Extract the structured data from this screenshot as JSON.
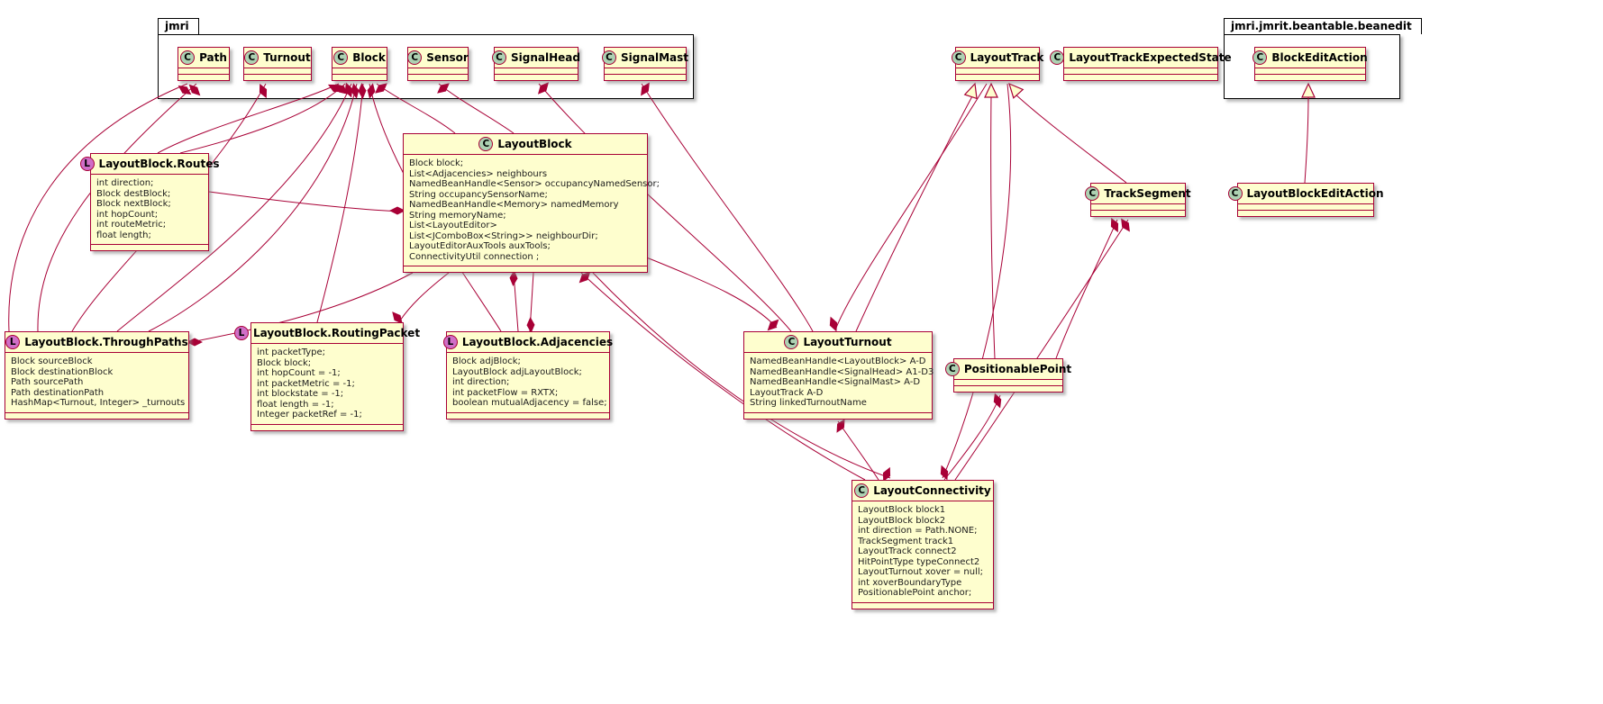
{
  "diagram": {
    "type": "uml-class-diagram",
    "tool_style": "plantuml"
  },
  "colors": {
    "class_background": "#FEFECE",
    "class_border": "#A80036",
    "edge": "#A80036",
    "class_spot": "#ADD1B2",
    "inner_class_spot": "#D06EC7",
    "package_border": "#000000"
  },
  "packages": {
    "jmri": {
      "label": "jmri"
    },
    "beanedit": {
      "label": "jmri.jmrit.beantable.beanedit"
    }
  },
  "classes": {
    "path": {
      "spot": "C",
      "name": "Path",
      "fields": []
    },
    "turnout": {
      "spot": "C",
      "name": "Turnout",
      "fields": []
    },
    "block": {
      "spot": "C",
      "name": "Block",
      "fields": []
    },
    "sensor": {
      "spot": "C",
      "name": "Sensor",
      "fields": []
    },
    "signalhead": {
      "spot": "C",
      "name": "SignalHead",
      "fields": []
    },
    "signalmast": {
      "spot": "C",
      "name": "SignalMast",
      "fields": []
    },
    "layouttrack": {
      "spot": "C",
      "name": "LayoutTrack",
      "fields": []
    },
    "layouttrackexpectedstate": {
      "spot": "C",
      "name": "LayoutTrackExpectedState",
      "fields": []
    },
    "blockeditaction": {
      "spot": "C",
      "name": "BlockEditAction",
      "fields": []
    },
    "layoutblockeditaction": {
      "spot": "C",
      "name": "LayoutBlockEditAction",
      "fields": []
    },
    "tracksegment": {
      "spot": "C",
      "name": "TrackSegment",
      "fields": []
    },
    "positionablepoint": {
      "spot": "C",
      "name": "PositionablePoint",
      "fields": []
    },
    "layoutblock": {
      "spot": "C",
      "name": "LayoutBlock",
      "fields": [
        "Block block;",
        "List<Adjacencies> neighbours",
        "NamedBeanHandle<Sensor> occupancyNamedSensor;",
        "String occupancySensorName;",
        "NamedBeanHandle<Memory> namedMemory",
        "String memoryName;",
        "List<LayoutEditor>",
        "List<JComboBox<String>> neighbourDir;",
        "LayoutEditorAuxTools auxTools;",
        "ConnectivityUtil connection ;"
      ]
    },
    "routes": {
      "spot": "L",
      "name": "LayoutBlock.Routes",
      "fields": [
        "int direction;",
        "Block destBlock;",
        "Block nextBlock;",
        "int hopCount;",
        "int routeMetric;",
        "float length;"
      ]
    },
    "throughpaths": {
      "spot": "L",
      "name": "LayoutBlock.ThroughPaths",
      "fields": [
        "Block sourceBlock",
        "Block destinationBlock",
        "Path sourcePath",
        "Path destinationPath",
        "HashMap<Turnout, Integer> _turnouts"
      ]
    },
    "routingpacket": {
      "spot": "L",
      "name": "LayoutBlock.RoutingPacket",
      "fields": [
        "int packetType;",
        "Block block;",
        "int hopCount = -1;",
        "int packetMetric = -1;",
        "int blockstate = -1;",
        "float length = -1;",
        "Integer packetRef = -1;"
      ]
    },
    "adjacencies": {
      "spot": "L",
      "name": "LayoutBlock.Adjacencies",
      "fields": [
        "Block adjBlock;",
        "LayoutBlock adjLayoutBlock;",
        "int direction;",
        "int packetFlow = RXTX;",
        "boolean mutualAdjacency = false;"
      ]
    },
    "layoutturnout": {
      "spot": "C",
      "name": "LayoutTurnout",
      "fields": [
        "NamedBeanHandle<LayoutBlock> A-D",
        "NamedBeanHandle<SignalHead> A1-D3",
        "NamedBeanHandle<SignalMast> A-D",
        "LayoutTrack A-D",
        "String linkedTurnoutName"
      ]
    },
    "layoutconnectivity": {
      "spot": "C",
      "name": "LayoutConnectivity",
      "fields": [
        "LayoutBlock block1",
        "LayoutBlock block2",
        "int direction = Path.NONE;",
        "TrackSegment track1",
        "LayoutTrack connect2",
        "HitPointType typeConnect2",
        "LayoutTurnout xover = null;",
        "int xoverBoundaryType",
        "PositionablePoint anchor;"
      ]
    }
  },
  "relationships": [
    {
      "from": "Path",
      "to": "LayoutBlock.ThroughPaths",
      "type": "composition"
    },
    {
      "from": "Path",
      "to": "LayoutBlock.ThroughPaths",
      "type": "composition"
    },
    {
      "from": "Turnout",
      "to": "LayoutBlock.ThroughPaths",
      "type": "composition"
    },
    {
      "from": "Block",
      "to": "LayoutBlock.Routes",
      "type": "composition"
    },
    {
      "from": "Block",
      "to": "LayoutBlock.Routes",
      "type": "composition"
    },
    {
      "from": "Block",
      "to": "LayoutBlock.ThroughPaths",
      "type": "composition"
    },
    {
      "from": "Block",
      "to": "LayoutBlock.ThroughPaths",
      "type": "composition"
    },
    {
      "from": "Block",
      "to": "LayoutBlock.RoutingPacket",
      "type": "composition"
    },
    {
      "from": "Block",
      "to": "LayoutBlock.Adjacencies",
      "type": "composition"
    },
    {
      "from": "Block",
      "to": "LayoutBlock",
      "type": "composition"
    },
    {
      "from": "Sensor",
      "to": "LayoutBlock",
      "type": "composition"
    },
    {
      "from": "SignalHead",
      "to": "LayoutTurnout",
      "type": "composition"
    },
    {
      "from": "SignalMast",
      "to": "LayoutTurnout",
      "type": "composition"
    },
    {
      "from": "LayoutBlock",
      "to": "LayoutTurnout",
      "type": "composition"
    },
    {
      "from": "LayoutTrack",
      "to": "LayoutTurnout",
      "type": "composition"
    },
    {
      "from": "LayoutBlock",
      "to": "LayoutBlock.Adjacencies",
      "type": "composition"
    },
    {
      "from": "LayoutBlock.Adjacencies",
      "to": "LayoutBlock",
      "type": "composition"
    },
    {
      "from": "LayoutBlock",
      "to": "LayoutBlock.RoutingPacket",
      "type": "composition"
    },
    {
      "from": "LayoutBlock",
      "to": "LayoutBlock.ThroughPaths",
      "type": "composition"
    },
    {
      "from": "LayoutBlock",
      "to": "LayoutBlock.Routes",
      "type": "composition"
    },
    {
      "from": "LayoutBlock",
      "to": "LayoutConnectivity",
      "type": "composition"
    },
    {
      "from": "LayoutBlock",
      "to": "LayoutConnectivity",
      "type": "composition"
    },
    {
      "from": "LayoutTrack",
      "to": "LayoutConnectivity",
      "type": "composition"
    },
    {
      "from": "TrackSegment",
      "to": "LayoutConnectivity",
      "type": "composition"
    },
    {
      "from": "TrackSegment",
      "to": "PositionablePoint",
      "type": "composition"
    },
    {
      "from": "LayoutTurnout",
      "to": "LayoutConnectivity",
      "type": "composition"
    },
    {
      "from": "PositionablePoint",
      "to": "LayoutConnectivity",
      "type": "composition"
    },
    {
      "from": "LayoutTurnout",
      "to": "LayoutTrack",
      "type": "extends"
    },
    {
      "from": "PositionablePoint",
      "to": "LayoutTrack",
      "type": "extends"
    },
    {
      "from": "TrackSegment",
      "to": "LayoutTrack",
      "type": "extends"
    },
    {
      "from": "LayoutBlockEditAction",
      "to": "BlockEditAction",
      "type": "extends"
    }
  ]
}
